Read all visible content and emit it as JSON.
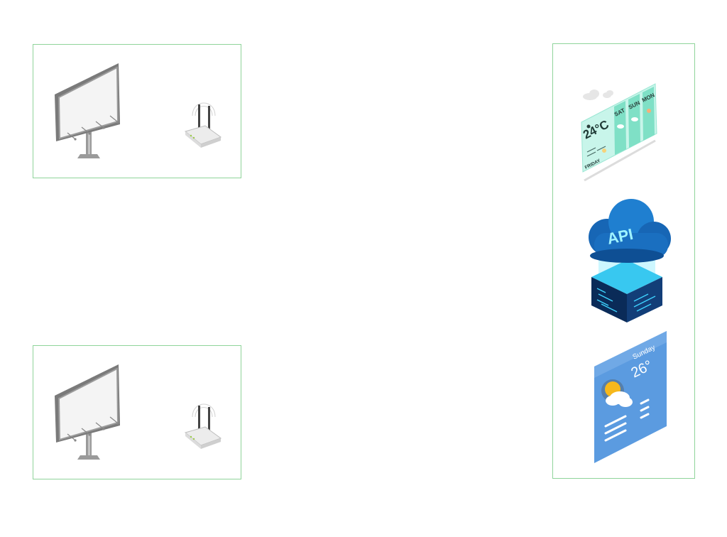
{
  "colors": {
    "frame_border": "#8fd49a",
    "billboard_frame": "#8a8a8a",
    "router_antenna": "#444444",
    "weather_board": "#b9f3e6",
    "weather_accent": "#3ec9a7",
    "api_cloud": "#1f7fd0",
    "api_cube": "#0b2f5e",
    "weather_card": "#5b9be0",
    "sun": "#f6b81c"
  },
  "icons": {
    "billboard": "billboard-icon",
    "router": "wifi-router-icon",
    "weather_display": "weather-display-icon",
    "api_cloud": "api-cloud-icon",
    "weather_card": "weather-card-icon"
  },
  "weather_board": {
    "temperature": "24°C",
    "day": "FRIDAY",
    "forecast_days": [
      "SAT",
      "SUN",
      "MON"
    ]
  },
  "api": {
    "label": "API"
  },
  "weather_card": {
    "day": "Sunday",
    "temperature": "26°"
  }
}
